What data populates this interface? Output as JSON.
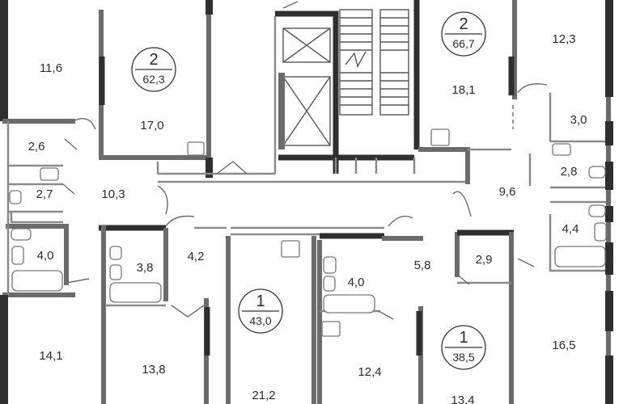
{
  "rooms": [
    {
      "id": "r-11-6",
      "label": "11,6"
    },
    {
      "id": "r-17-0",
      "label": "17,0"
    },
    {
      "id": "r-2-6",
      "label": "2,6"
    },
    {
      "id": "r-2-7",
      "label": "2,7"
    },
    {
      "id": "r-10-3",
      "label": "10,3"
    },
    {
      "id": "r-4-0-left",
      "label": "4,0"
    },
    {
      "id": "r-3-8",
      "label": "3,8"
    },
    {
      "id": "r-4-2",
      "label": "4,2"
    },
    {
      "id": "r-14-1",
      "label": "14,1"
    },
    {
      "id": "r-13-8",
      "label": "13,8"
    },
    {
      "id": "r-21-2",
      "label": "21,2"
    },
    {
      "id": "r-4-0-mid",
      "label": "4,0"
    },
    {
      "id": "r-12-4",
      "label": "12,4"
    },
    {
      "id": "r-5-8",
      "label": "5,8"
    },
    {
      "id": "r-2-9",
      "label": "2,9"
    },
    {
      "id": "r-13-4",
      "label": "13,4"
    },
    {
      "id": "r-16-5",
      "label": "16,5"
    },
    {
      "id": "r-18-1",
      "label": "18,1"
    },
    {
      "id": "r-12-3",
      "label": "12,3"
    },
    {
      "id": "r-3-0",
      "label": "3,0"
    },
    {
      "id": "r-2-8",
      "label": "2,8"
    },
    {
      "id": "r-9-6",
      "label": "9,6"
    },
    {
      "id": "r-4-4",
      "label": "4,4"
    }
  ],
  "apartments": [
    {
      "id": "apt-62-3",
      "rooms": "2",
      "area": "62,3"
    },
    {
      "id": "apt-66-7",
      "rooms": "2",
      "area": "66,7"
    },
    {
      "id": "apt-43-0",
      "rooms": "1",
      "area": "43,0"
    },
    {
      "id": "apt-38-5",
      "rooms": "1",
      "area": "38,5"
    }
  ]
}
